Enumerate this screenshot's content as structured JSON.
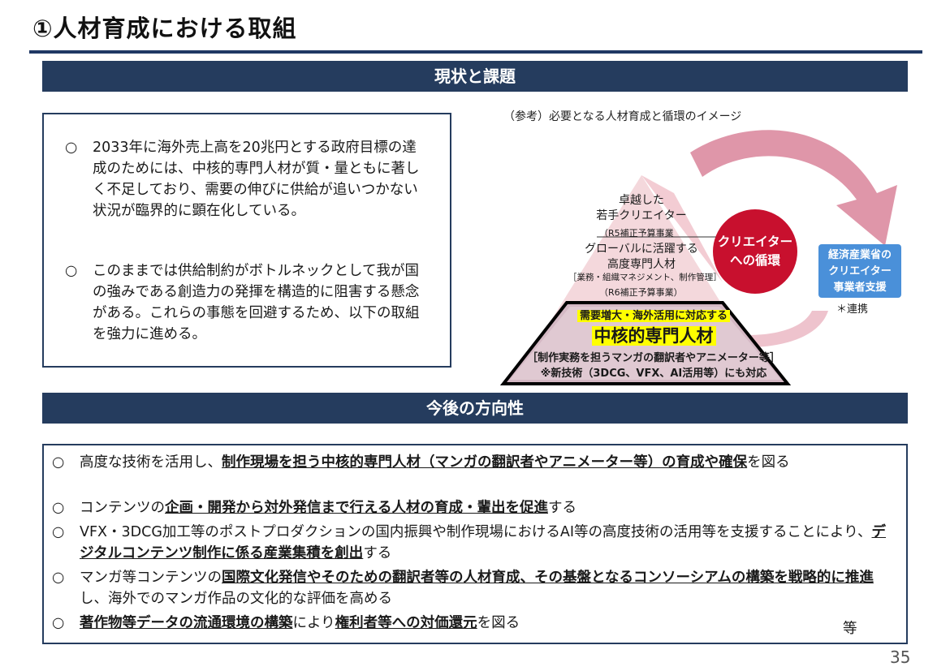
{
  "title": "①人材育成における取組",
  "sections": {
    "current": "現状と課題",
    "future": "今後の方向性"
  },
  "status_items": [
    {
      "marker": "○",
      "text": "2033年に海外売上高を20兆円とする政府目標の達成のためには、中核的専門人材が質・量ともに著しく不足しており、需要の伸びに供給が追いつかない状況が臨界的に顕在化している。"
    },
    {
      "marker": "○",
      "text": "このままでは供給制約がボトルネックとして我が国の強みである創造力の発揮を構造的に阻害する懸念がある。これらの事態を回避するため、以下の取組を強力に進める。"
    }
  ],
  "diagram": {
    "caption": "（参考）必要となる人材育成と循環のイメージ",
    "peak_line1": "卓越した",
    "peak_line2": "若手クリエイター",
    "r5_note": "（R5補正予算事業",
    "global_line1": "グローバルに活躍する",
    "global_line2": "高度専門人材",
    "global_sub": "［業務・組織マネジメント、制作管理］",
    "r6_note": "（R6補正予算事業）",
    "circle_line1": "クリエイター",
    "circle_line2": "への循環",
    "meti_line1": "経済産業省の",
    "meti_line2": "クリエイター",
    "meti_line3": "事業者支援",
    "link_note": "＊連携",
    "core_line1": "需要増大・海外活用に対応する",
    "core_line2": "中核的専門人材",
    "core_line3": "［制作実務を担うマンガの翻訳者やアニメーター等］",
    "core_line4": "※新技術（3DCG、VFX、AI活用等）にも対応",
    "colors": {
      "arrow": "#d9849a",
      "triangle": "#f4d8dc",
      "circle": "#c8102e",
      "meti": "#4a90d9",
      "highlight": "#ffff00"
    }
  },
  "directions": [
    {
      "marker": "○",
      "pre": "高度な技術を活用し、",
      "bold": "制作現場を担う中核的専門人材（マンガの翻訳者やアニメーター等）の育成や確保",
      "post": "を図る"
    },
    {
      "marker": "○",
      "pre": "コンテンツの",
      "bold": "企画・開発から対外発信まで行える人材の育成・輩出を促進",
      "post": "する"
    },
    {
      "marker": "○",
      "pre": "VFX・3DCG加工等のポストプロダクションの国内振興や制作現場におけるAI等の高度技術の活用等を支援することにより、",
      "bold": "デジタルコンテンツ制作に係る産業集積を創出",
      "post": "する"
    },
    {
      "marker": "○",
      "pre": "マンガ等コンテンツの",
      "bold": "国際文化発信やそのための翻訳者等の人材育成、その基盤となるコンソーシアムの構築を戦略的に推進",
      "post": "し、海外でのマンガ作品の文化的な評価を高める"
    },
    {
      "marker": "○",
      "pre": "",
      "bold": "著作物等データの流通環境の構築",
      "mid": "により",
      "bold2": "権利者等への対価還元",
      "post": "を図る"
    }
  ],
  "etc_label": "等",
  "page_number": "35"
}
